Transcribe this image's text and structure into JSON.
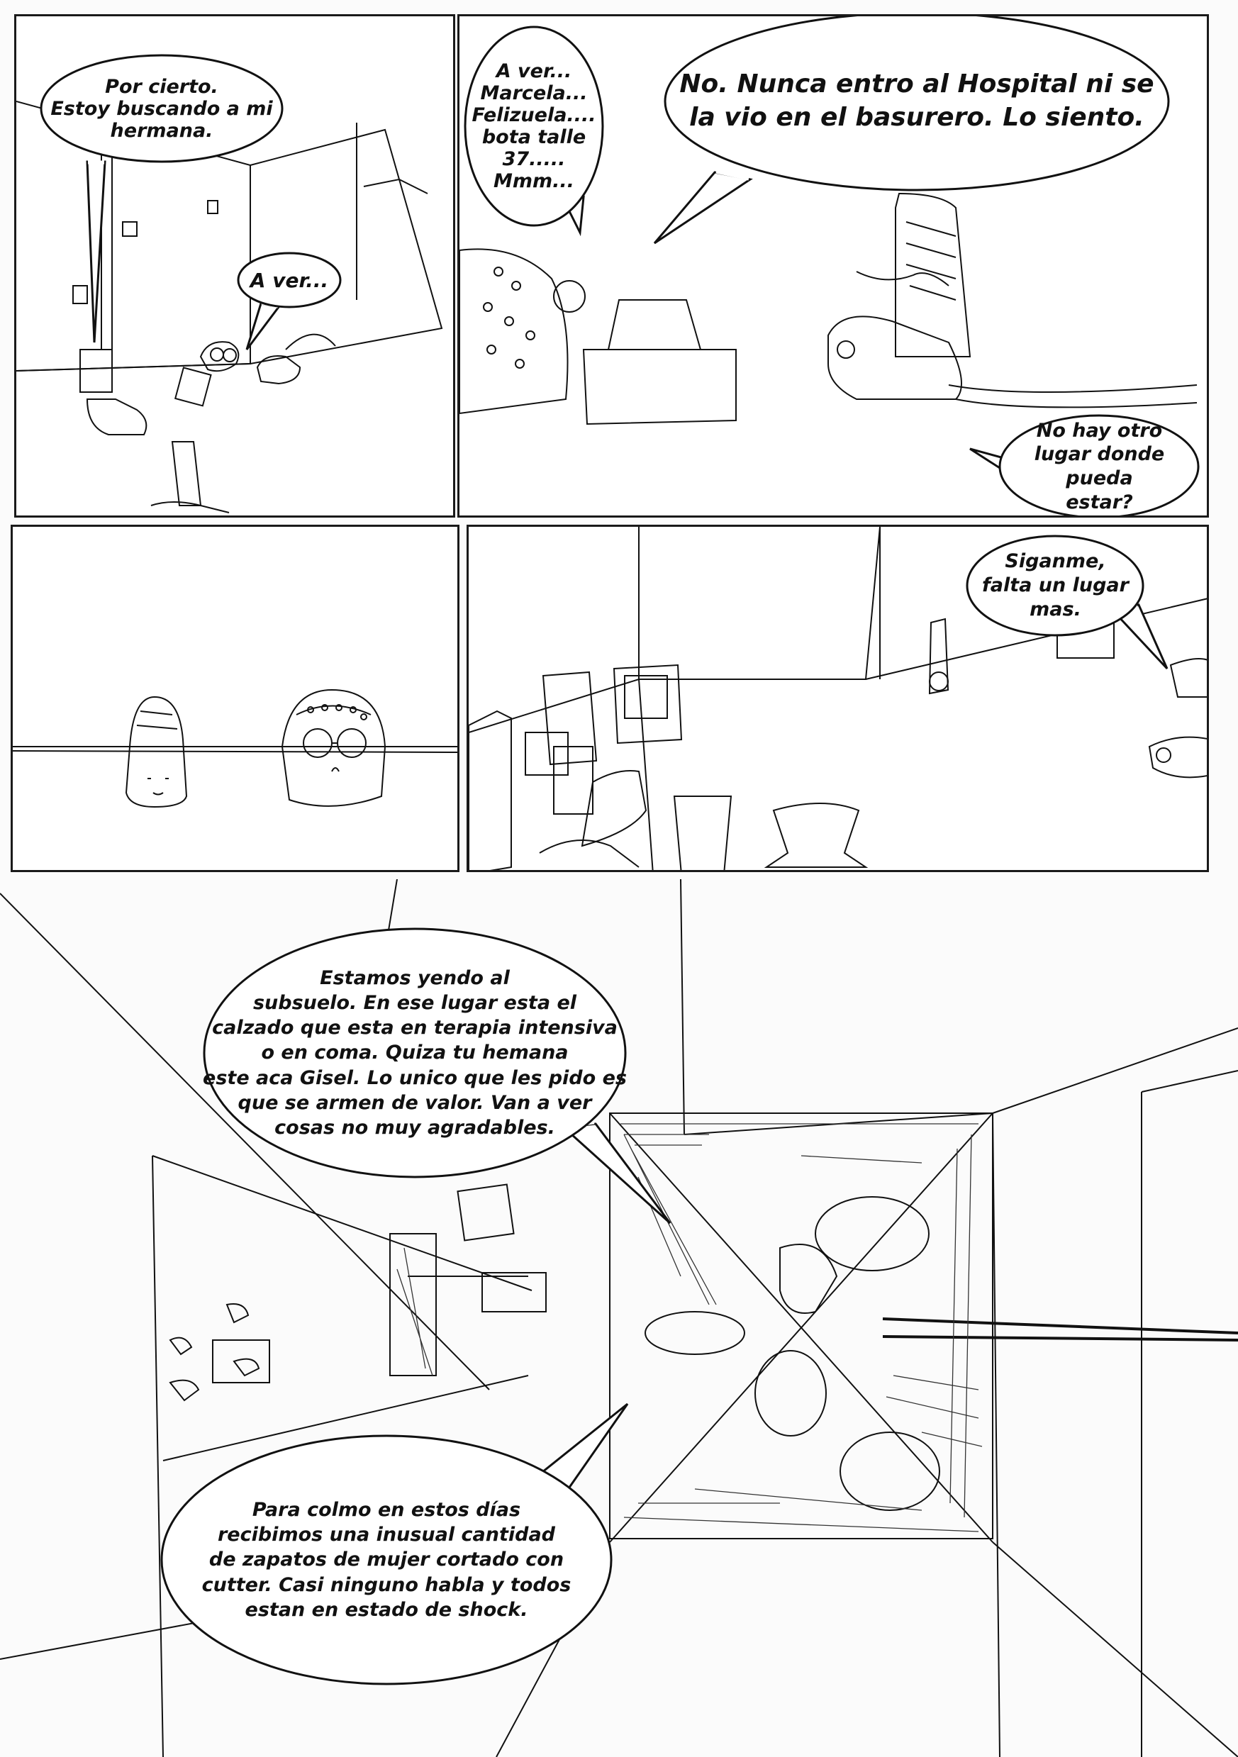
{
  "colors": {
    "ink": "#111111",
    "paper": "#ffffff",
    "hatch": "#333333"
  },
  "dialogue": {
    "p1_bubble_1": "Por cierto.\nEstoy buscando a mi\nhermana.",
    "p1_bubble_2": "A ver...",
    "p2_bubble_1": "A ver...\nMarcela...\nFelizuela....\nbota talle\n37.....\nMmm...",
    "p2_bubble_2": "No. Nunca entro al Hospital ni se\nla vio en el basurero. Lo siento.",
    "p2_bubble_3": "No hay otro\nlugar donde pueda\nestar?",
    "p4_bubble_1": "Siganme,\nfalta un lugar\nmas.",
    "p5_bubble_1": "Estamos yendo al\nsubsuelo. En ese lugar esta el\ncalzado que esta en terapia intensiva\no en coma. Quiza tu hemana\neste aca Gisel. Lo unico que les pido es\nque se armen de valor. Van a ver\ncosas no muy agradables.",
    "p5_bubble_2": "Para colmo en estos días\nrecibimos una inusual cantidad\nde zapatos de mujer cortado con\ncutter. Casi ninguno habla y todos\nestan en estado de shock."
  }
}
